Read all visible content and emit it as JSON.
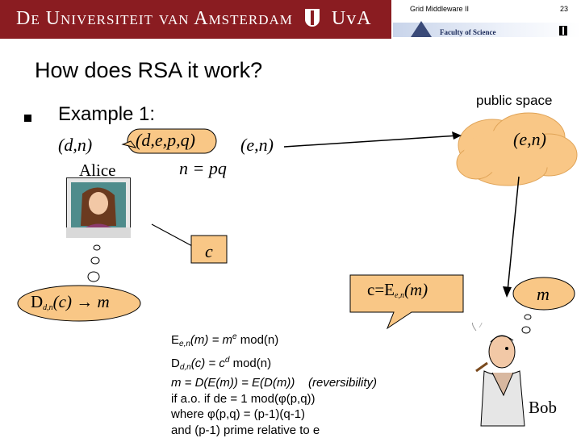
{
  "header": {
    "university": "De Universiteit van Amsterdam",
    "uva": "UvA",
    "course": "Grid Middleware II",
    "page_number": "23",
    "faculty": "Faculty of Science"
  },
  "slide": {
    "title": "How does RSA it work?",
    "bullet": "Example 1:",
    "public_space_label": "public space"
  },
  "labels": {
    "alice_key": "(d,n)",
    "alice_secret": "(d,e,p,q)",
    "n_eq": "n = pq",
    "public_key": "(e,n)",
    "cloud_key": "(e,n)",
    "alice": "Alice",
    "bob": "Bob",
    "ciphertext": "c",
    "message_m": "m"
  },
  "bubbles": {
    "decrypt_main": "D",
    "decrypt_sub": "d,n",
    "decrypt_rest": "(c) → m",
    "encrypt_main": "c=E",
    "encrypt_sub": "e,n",
    "encrypt_rest": "(m)"
  },
  "formulas": {
    "line1_a": "E",
    "line1_sub": "e,n",
    "line1_b": "(m) = m",
    "line1_sup": "e",
    "line1_c": " mod(n)",
    "line2_a": "D",
    "line2_sub": "d,n",
    "line2_b": "(c) = c",
    "line2_sup": "d",
    "line2_c": " mod(n)",
    "line3_a": "m = D(E(m)) = E(D(m))",
    "line3_b": "(reversibility)",
    "line4": "if a.o. if  de = 1 mod(φ(p,q))",
    "line5": "where    φ(p,q) = (p-1)(q-1)",
    "line6": "and (p-1) prime relative to e"
  }
}
